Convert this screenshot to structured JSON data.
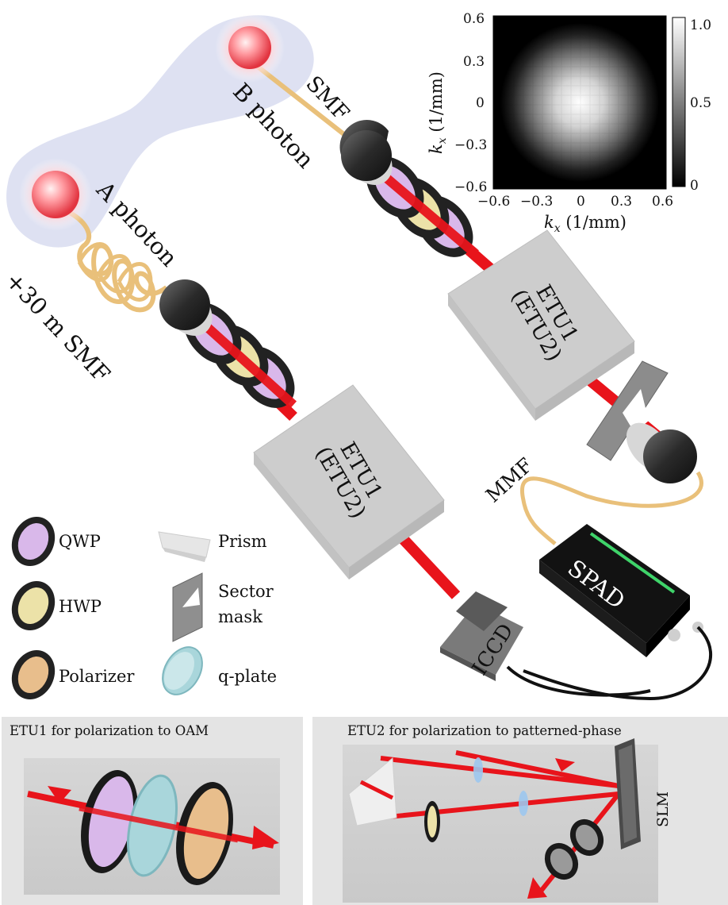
{
  "source_labels": {
    "b_photon": "B photon",
    "a_photon": "A photon",
    "smf": "SMF",
    "a_fiber": "+30 m SMF"
  },
  "etu_boxes": [
    {
      "line1": "ETU1",
      "line2": "(ETU2)"
    },
    {
      "line1": "ETU1",
      "line2": "(ETU2)"
    }
  ],
  "detectors": {
    "mmf": "MMF",
    "spad": "SPAD",
    "iccd": "ICCD"
  },
  "legend": {
    "qwp": "QWP",
    "hwp": "HWP",
    "polarizer": "Polarizer",
    "prism": "Prism",
    "sector_mask_line1": "Sector",
    "sector_mask_line2": "mask",
    "q_plate": "q-plate"
  },
  "inset": {
    "ticks_x": [
      "−0.6",
      "−0.3",
      "0",
      "0.3",
      "0.6"
    ],
    "ticks_y": [
      "0.6",
      "0.3",
      "0",
      "−0.3",
      "−0.6"
    ],
    "xlabel_var": "k",
    "xlabel_sub": "x",
    "xlabel_unit": " (1/mm)",
    "ylabel_var": "k",
    "ylabel_sub": "x",
    "ylabel_unit": " (1/mm)",
    "colorbar_ticks": [
      "1.0",
      "0.5",
      "0"
    ]
  },
  "panels": {
    "etu1_title": "ETU1 for polarization to OAM",
    "etu2_title": "ETU2 for polarization to patterned-phase",
    "slm": "SLM"
  },
  "colors": {
    "beam": "#e8141b",
    "qwp": "#d9b8ea",
    "hwp": "#ece2a8",
    "polarizer": "#e8be8c",
    "fiber": "#e9c07a",
    "box": "#cfcfcf"
  }
}
